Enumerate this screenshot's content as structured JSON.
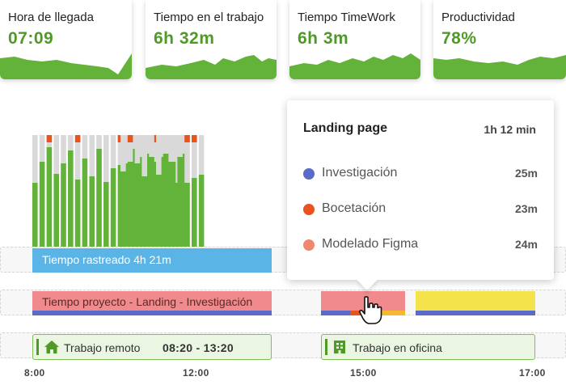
{
  "cards": [
    {
      "title": "Hora de llegada",
      "value": "07:09"
    },
    {
      "title": "Tiempo en el trabajo",
      "value": "6h 32m"
    },
    {
      "title": "Tiempo TimeWork",
      "value": "6h 3m"
    },
    {
      "title": "Productividad",
      "value": "78%"
    }
  ],
  "colors": {
    "green": "#63b33b",
    "value_green": "#4f9a26",
    "gray": "#d9d9d9",
    "orange": "#e8531f",
    "blue": "#5ab4e6",
    "pink": "#f08a8c",
    "indigo": "#5a6ac8",
    "yellow": "#f4e34a",
    "salmon": "#f08870"
  },
  "lanes": {
    "tracked": "Tiempo rastreado 4h 21m",
    "project": "Tiempo proyecto - Landing - Investigación"
  },
  "locations": [
    {
      "label": "Trabajo remoto",
      "time": "08:20 - 13:20",
      "icon": "home-icon"
    },
    {
      "label": "Trabajo en oficina",
      "icon": "office-building-icon"
    }
  ],
  "axis": [
    "8:00",
    "12:00",
    "15:00",
    "17:00"
  ],
  "tooltip": {
    "title": "Landing page",
    "total": "1h 12 min",
    "items": [
      {
        "label": "Investigación",
        "value": "25m",
        "color": "#5a6ac8"
      },
      {
        "label": "Bocetación",
        "value": "23m",
        "color": "#e8531f"
      },
      {
        "label": "Modelado Figma",
        "value": "24m",
        "color": "#f08870"
      }
    ]
  }
}
